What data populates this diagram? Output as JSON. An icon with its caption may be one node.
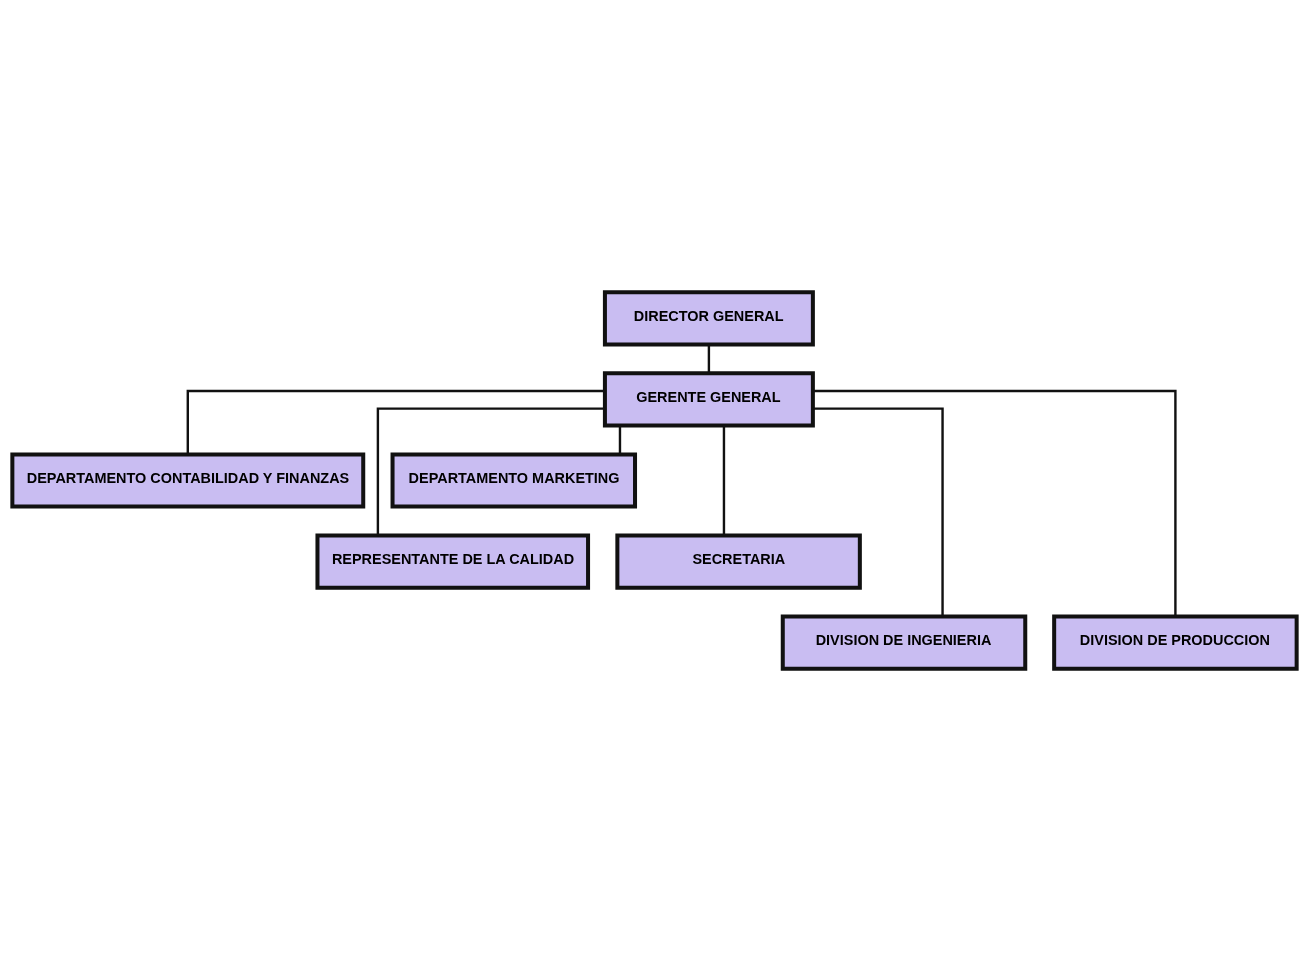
{
  "diagram": {
    "nodes": [
      {
        "text": [
          "DIRECTOR GENERAL"
        ]
      },
      {
        "text": [
          "GERENTE GENERAL"
        ]
      },
      {
        "text": [
          "DEPARTAMENTO CONTABILIDAD Y FINANZAS"
        ]
      },
      {
        "text": [
          "DEPARTAMENTO MARKETING"
        ]
      },
      {
        "text": [
          "REPRESENTANTE DE LA CALIDAD"
        ]
      },
      {
        "text": [
          "SECRETARIA"
        ]
      },
      {
        "text": [
          "DIVISION DE INGENIERIA"
        ]
      },
      {
        "text": [
          "DIVISION DE PRODUCCION"
        ]
      }
    ],
    "edges": [
      {
        "from": 0,
        "to": 1,
        "arrow": "none"
      },
      {
        "from": 1,
        "to": 2,
        "arrow": "none"
      },
      {
        "from": 1,
        "to": 3,
        "arrow": "none"
      },
      {
        "from": 1,
        "to": 4,
        "arrow": "none"
      },
      {
        "from": 1,
        "to": 5,
        "arrow": "none"
      },
      {
        "from": 1,
        "to": 6,
        "arrow": "none"
      },
      {
        "from": 1,
        "to": 7,
        "arrow": "none"
      }
    ]
  }
}
